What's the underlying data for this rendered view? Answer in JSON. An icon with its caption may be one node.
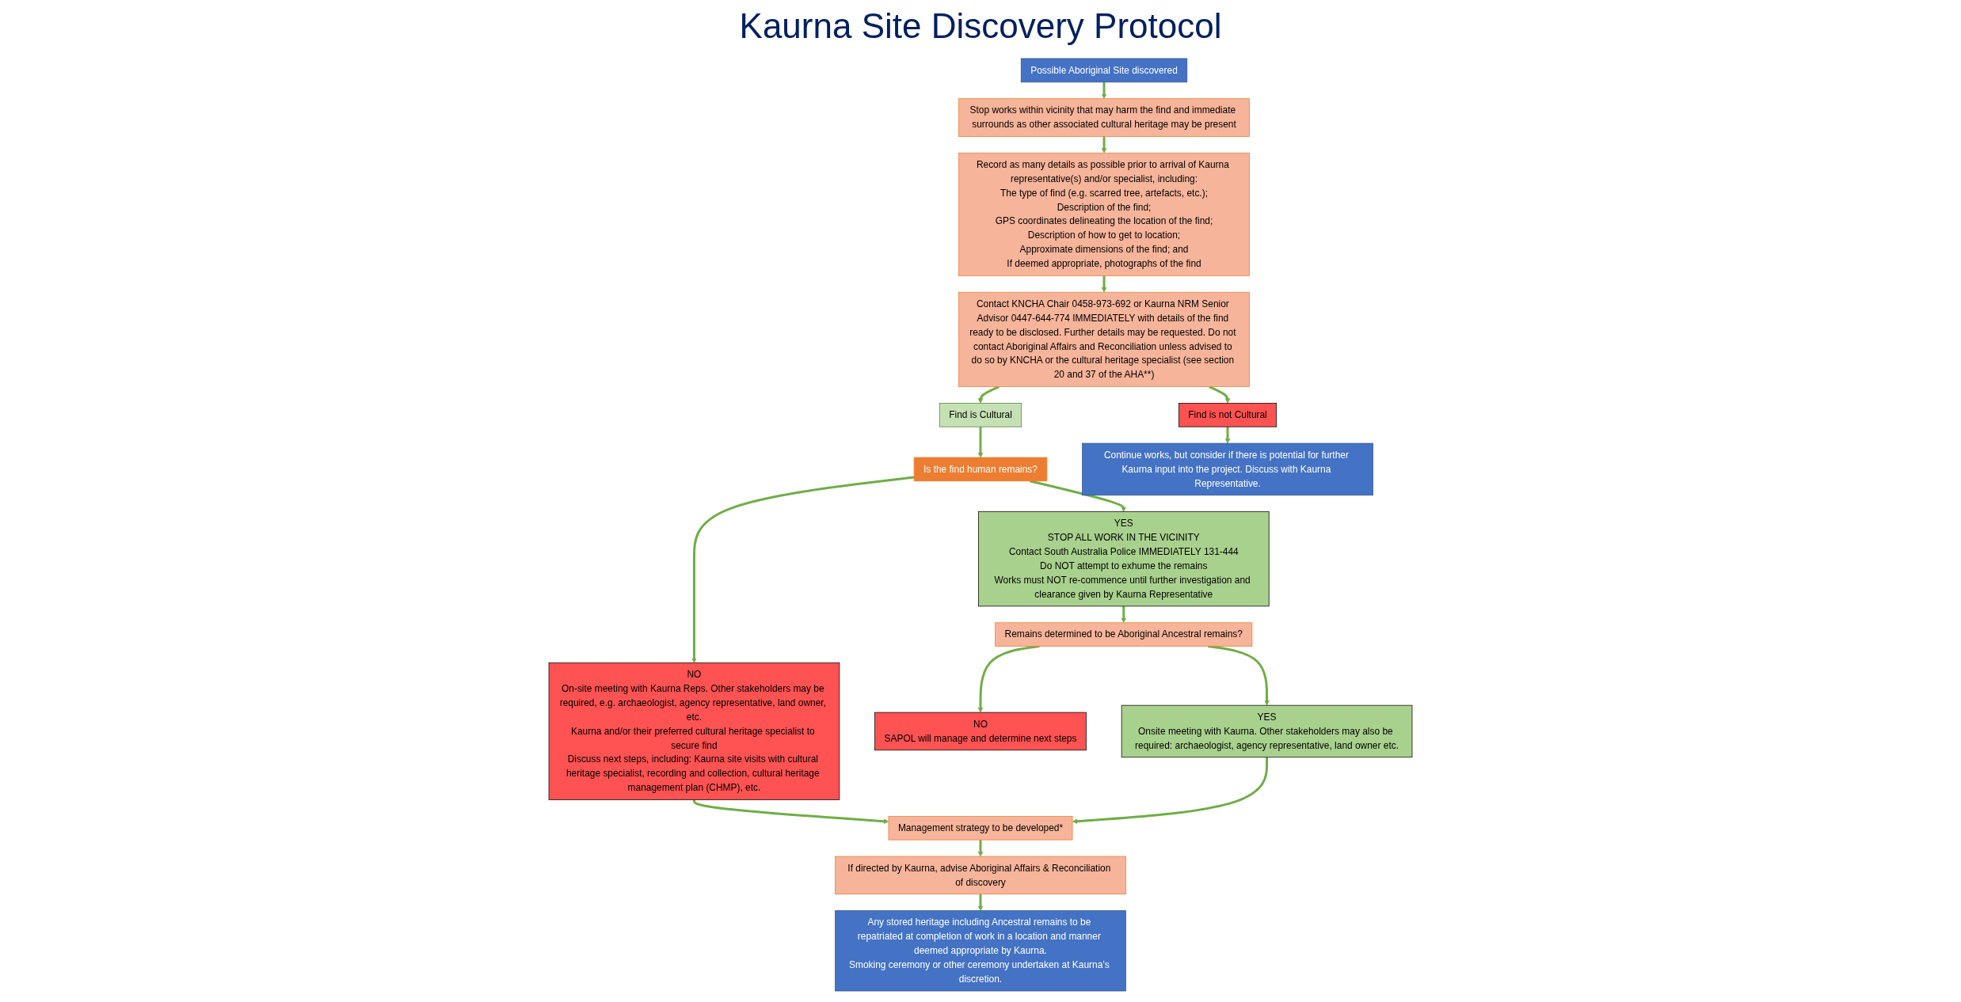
{
  "diagram": {
    "title": "Kaurna Site Discovery Protocol",
    "nodes": [
      {
        "text": [
          "Possible Aboriginal Site discovered"
        ]
      },
      {
        "text": [
          "Stop works within vicinity that may harm the find and immediate surrounds as other associated cultural heritage may be present"
        ]
      },
      {
        "text": [
          "Record as many details as possible prior to arrival of Kaurna representative(s) and/or specialist, including:",
          "The type of find (e.g. scarred tree, artefacts, etc.);",
          "Description of the find;",
          "GPS coordinates delineating the location of the find;",
          "Description of how to get to location;",
          "Approximate dimensions of the find; and",
          "If deemed appropriate, photographs of the find"
        ]
      },
      {
        "text": [
          "Contact KNCHA Chair 0458-973-692 or Kaurna NRM Senior Advisor 0447-644-774 IMMEDIATELY with details of the find ready to be disclosed. Further details may be requested. Do not contact Aboriginal Affairs and Reconciliation unless advised to do so by KNCHA or the cultural heritage specialist (see section 20 and 37 of the AHA**)"
        ]
      },
      {
        "text": [
          "Find is not Cultural"
        ]
      },
      {
        "text": [
          "Continue works, but consider if there is potential for further Kaurna input into the project. Discuss with Kaurna Representative."
        ]
      },
      {
        "text": [
          "Find is Cultural"
        ]
      },
      {
        "text": [
          "Is the find human remains?"
        ]
      },
      {
        "text": [
          "YES",
          "STOP ALL WORK IN THE VICINITY",
          "Contact South Australia Police IMMEDIATELY 131-444",
          "Do NOT attempt to exhume the remains",
          "Works must NOT re-commence until further investigation and clearance given by Kaurna Representative"
        ]
      },
      {
        "text": [
          "NO",
          "On-site meeting with Kaurna Reps. Other stakeholders may be required, e.g. archaeologist, agency representative, land owner, etc.",
          "Kaurna and/or their preferred cultural heritage specialist to secure find",
          "Discuss next steps, including: Kaurna site visits with cultural heritage specialist, recording and collection, cultural heritage management plan (CHMP), etc."
        ]
      },
      {
        "text": [
          "Remains determined to be Aboriginal Ancestral remains?"
        ]
      },
      {
        "text": [
          "NO",
          "SAPOL will manage and determine next steps"
        ]
      },
      {
        "text": [
          "YES",
          "Onsite meeting with Kaurna. Other stakeholders may also be required: archaeologist, agency representative, land owner etc."
        ]
      },
      {
        "text": [
          "Management strategy to be developed*"
        ]
      },
      {
        "text": [
          "If directed by Kaurna, advise Aboriginal Affairs & Reconciliation of discovery"
        ]
      },
      {
        "text": [
          "Any stored heritage including Ancestral remains to be repatriated at completion of work in a location and manner deemed appropriate by Kaurna.",
          "Smoking ceremony or other ceremony undertaken at Kaurna’s discretion."
        ]
      }
    ],
    "edges": [
      {
        "from": 0,
        "to": 1,
        "arrow": "to"
      },
      {
        "from": 1,
        "to": 2,
        "arrow": "to"
      },
      {
        "from": 2,
        "to": 3,
        "arrow": "to"
      },
      {
        "from": 3,
        "to": 4,
        "arrow": "to"
      },
      {
        "from": 4,
        "to": 5,
        "arrow": "to"
      },
      {
        "from": 3,
        "to": 6,
        "arrow": "to"
      },
      {
        "from": 6,
        "to": 7,
        "arrow": "to"
      },
      {
        "from": 7,
        "to": 8,
        "arrow": "to"
      },
      {
        "from": 7,
        "to": 9,
        "arrow": "to"
      },
      {
        "from": 8,
        "to": 10,
        "arrow": "to"
      },
      {
        "from": 10,
        "to": 11,
        "arrow": "to"
      },
      {
        "from": 10,
        "to": 12,
        "arrow": "to"
      },
      {
        "from": 9,
        "to": 13,
        "arrow": "to"
      },
      {
        "from": 12,
        "to": 13,
        "arrow": "to"
      },
      {
        "from": 13,
        "to": 14,
        "arrow": "to"
      },
      {
        "from": 14,
        "to": 15,
        "arrow": "to"
      }
    ]
  }
}
